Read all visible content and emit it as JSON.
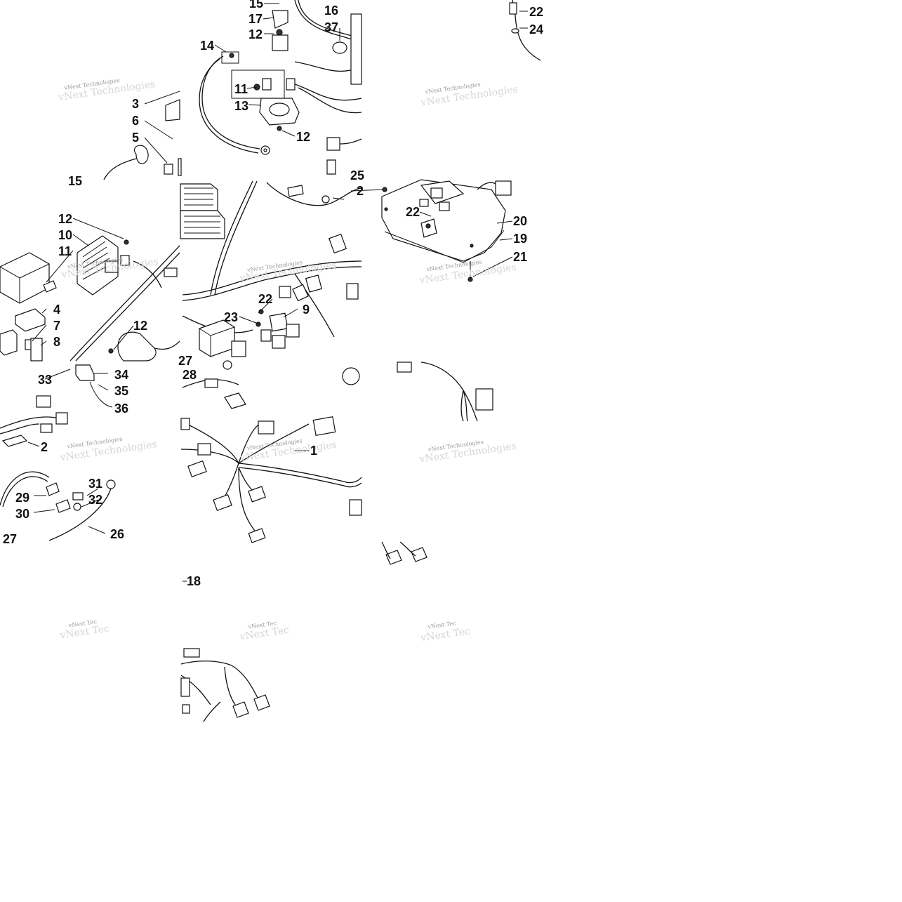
{
  "watermark": {
    "text": "vNext Technologies",
    "short": "vNext Tec"
  },
  "callouts": [
    {
      "id": "c-15a",
      "text": "15"
    },
    {
      "id": "c-16",
      "text": "16"
    },
    {
      "id": "c-17",
      "text": "17"
    },
    {
      "id": "c-12a",
      "text": "12"
    },
    {
      "id": "c-37",
      "text": "37"
    },
    {
      "id": "c-14",
      "text": "14"
    },
    {
      "id": "c-11a",
      "text": "11"
    },
    {
      "id": "c-13",
      "text": "13"
    },
    {
      "id": "c-12b",
      "text": "12"
    },
    {
      "id": "c-22a",
      "text": "22"
    },
    {
      "id": "c-24",
      "text": "24"
    },
    {
      "id": "c-3",
      "text": "3"
    },
    {
      "id": "c-6",
      "text": "6"
    },
    {
      "id": "c-5",
      "text": "5"
    },
    {
      "id": "c-15b",
      "text": "15"
    },
    {
      "id": "c-25",
      "text": "25"
    },
    {
      "id": "c-2a",
      "text": "2"
    },
    {
      "id": "c-12c",
      "text": "12"
    },
    {
      "id": "c-10",
      "text": "10"
    },
    {
      "id": "c-11b",
      "text": "11"
    },
    {
      "id": "c-22b",
      "text": "22"
    },
    {
      "id": "c-20",
      "text": "20"
    },
    {
      "id": "c-19",
      "text": "19"
    },
    {
      "id": "c-21",
      "text": "21"
    },
    {
      "id": "c-22c",
      "text": "22"
    },
    {
      "id": "c-9",
      "text": "9"
    },
    {
      "id": "c-23",
      "text": "23"
    },
    {
      "id": "c-4",
      "text": "4"
    },
    {
      "id": "c-7",
      "text": "7"
    },
    {
      "id": "c-8",
      "text": "8"
    },
    {
      "id": "c-12d",
      "text": "12"
    },
    {
      "id": "c-27a",
      "text": "27"
    },
    {
      "id": "c-28",
      "text": "28"
    },
    {
      "id": "c-33",
      "text": "33"
    },
    {
      "id": "c-34",
      "text": "34"
    },
    {
      "id": "c-35",
      "text": "35"
    },
    {
      "id": "c-36",
      "text": "36"
    },
    {
      "id": "c-2b",
      "text": "2"
    },
    {
      "id": "c-1",
      "text": "1"
    },
    {
      "id": "c-31",
      "text": "31"
    },
    {
      "id": "c-29",
      "text": "29"
    },
    {
      "id": "c-32",
      "text": "32"
    },
    {
      "id": "c-30",
      "text": "30"
    },
    {
      "id": "c-26",
      "text": "26"
    },
    {
      "id": "c-27b",
      "text": "27"
    },
    {
      "id": "c-18",
      "text": "18"
    }
  ]
}
